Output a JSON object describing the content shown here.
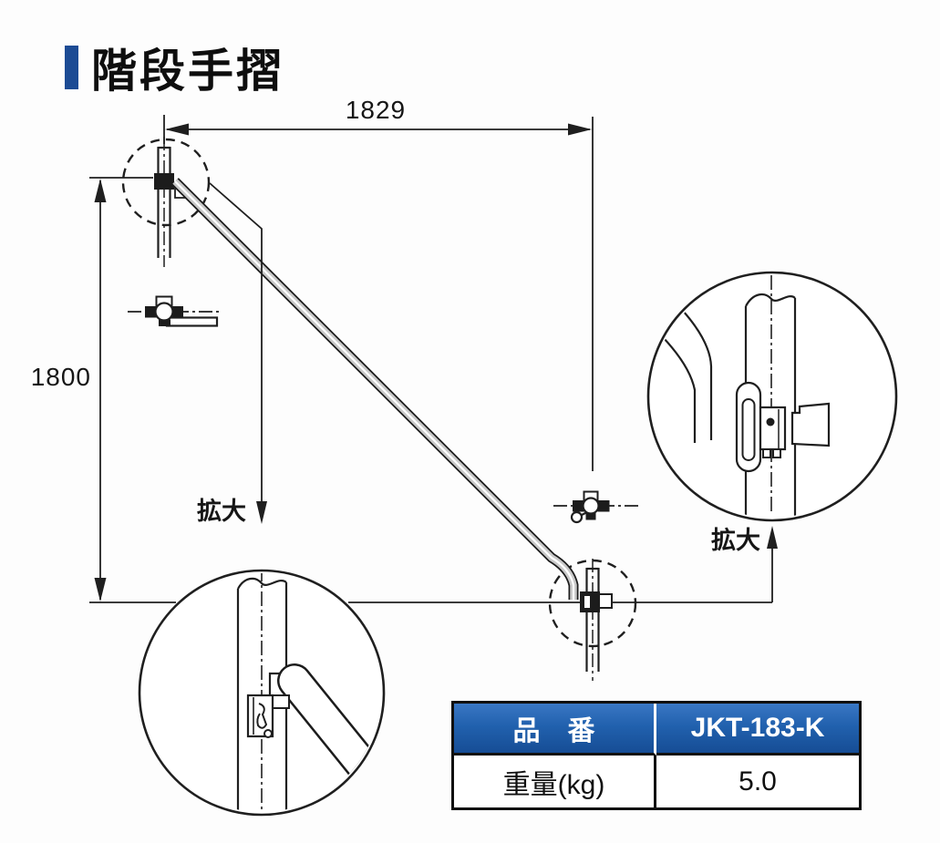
{
  "header": {
    "title": "階段手摺",
    "accent_color": "#1c4b94"
  },
  "drawing": {
    "line_color": "#1f1f1f",
    "dim_width": {
      "label": "1829"
    },
    "dim_height": {
      "label": "1800"
    },
    "enlarge_upper": {
      "label": "拡大"
    },
    "enlarge_lower": {
      "label": "拡大"
    }
  },
  "table": {
    "header_bg": "#2161ae",
    "header_text_color": "#ffffff",
    "rows": [
      {
        "label": "品　番",
        "value": "JKT-183-K"
      },
      {
        "label": "重量(kg)",
        "value": "5.0"
      }
    ]
  }
}
